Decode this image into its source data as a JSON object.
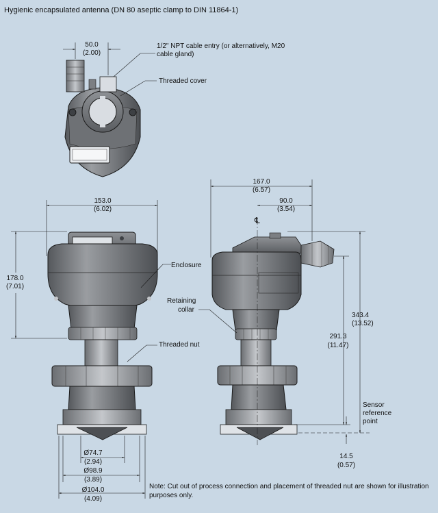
{
  "title": "Hygienic encapsulated antenna (DN 80 aseptic clamp to DIN 11864-1)",
  "note": "Note: Cut out of process connection and placement of threaded nut are shown for illustration purposes only.",
  "centerline_symbol": "℄",
  "labels": {
    "cable_entry_line1": "1/2\" NPT cable entry (or alternatively, M20",
    "cable_entry_line2": "cable gland)",
    "threaded_cover": "Threaded cover",
    "enclosure": "Enclosure",
    "retaining_collar_line1": "Retaining",
    "retaining_collar_line2": "collar",
    "threaded_nut": "Threaded nut",
    "sensor_ref_line1": "Sensor",
    "sensor_ref_line2": "reference",
    "sensor_ref_line3": "point"
  },
  "dimensions": {
    "d50": {
      "mm": "50.0",
      "in": "(2.00)"
    },
    "d153": {
      "mm": "153.0",
      "in": "(6.02)"
    },
    "d178": {
      "mm": "178.0",
      "in": "(7.01)"
    },
    "d167": {
      "mm": "167.0",
      "in": "(6.57)"
    },
    "d90": {
      "mm": "90.0",
      "in": "(3.54)"
    },
    "d343": {
      "mm": "343.4",
      "in": "(13.52)"
    },
    "d291": {
      "mm": "291.3",
      "in": "(11.47)"
    },
    "d14": {
      "mm": "14.5",
      "in": "(0.57)"
    },
    "d747": {
      "mm": "Ø74.7",
      "in": "(2.94)"
    },
    "d989": {
      "mm": "Ø98.9",
      "in": "(3.89)"
    },
    "d1040": {
      "mm": "Ø104.0",
      "in": "(4.09)"
    }
  },
  "colors": {
    "background": "#c9d8e5",
    "body_dark": "#5f6266",
    "body_mid": "#8a8d91",
    "body_light": "#b9bcc0",
    "line": "#1a1a1a"
  }
}
